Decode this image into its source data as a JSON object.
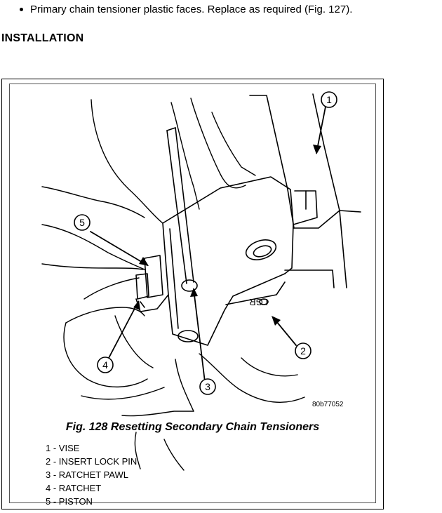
{
  "bullet": {
    "text": "Primary chain tensioner plastic faces. Replace as required (Fig. 127)."
  },
  "heading": {
    "text": "INSTALLATION"
  },
  "figure": {
    "id_code": "80b77052",
    "caption": "Fig. 128 Resetting Secondary Chain Tensioners",
    "callouts": [
      "1",
      "2",
      "3",
      "4",
      "5"
    ],
    "stamp_text": "LGR",
    "legend": [
      "1 - VISE",
      "2 - INSERT LOCK PIN",
      "3 - RATCHET PAWL",
      "4 - RATCHET",
      "5 - PISTON"
    ]
  }
}
